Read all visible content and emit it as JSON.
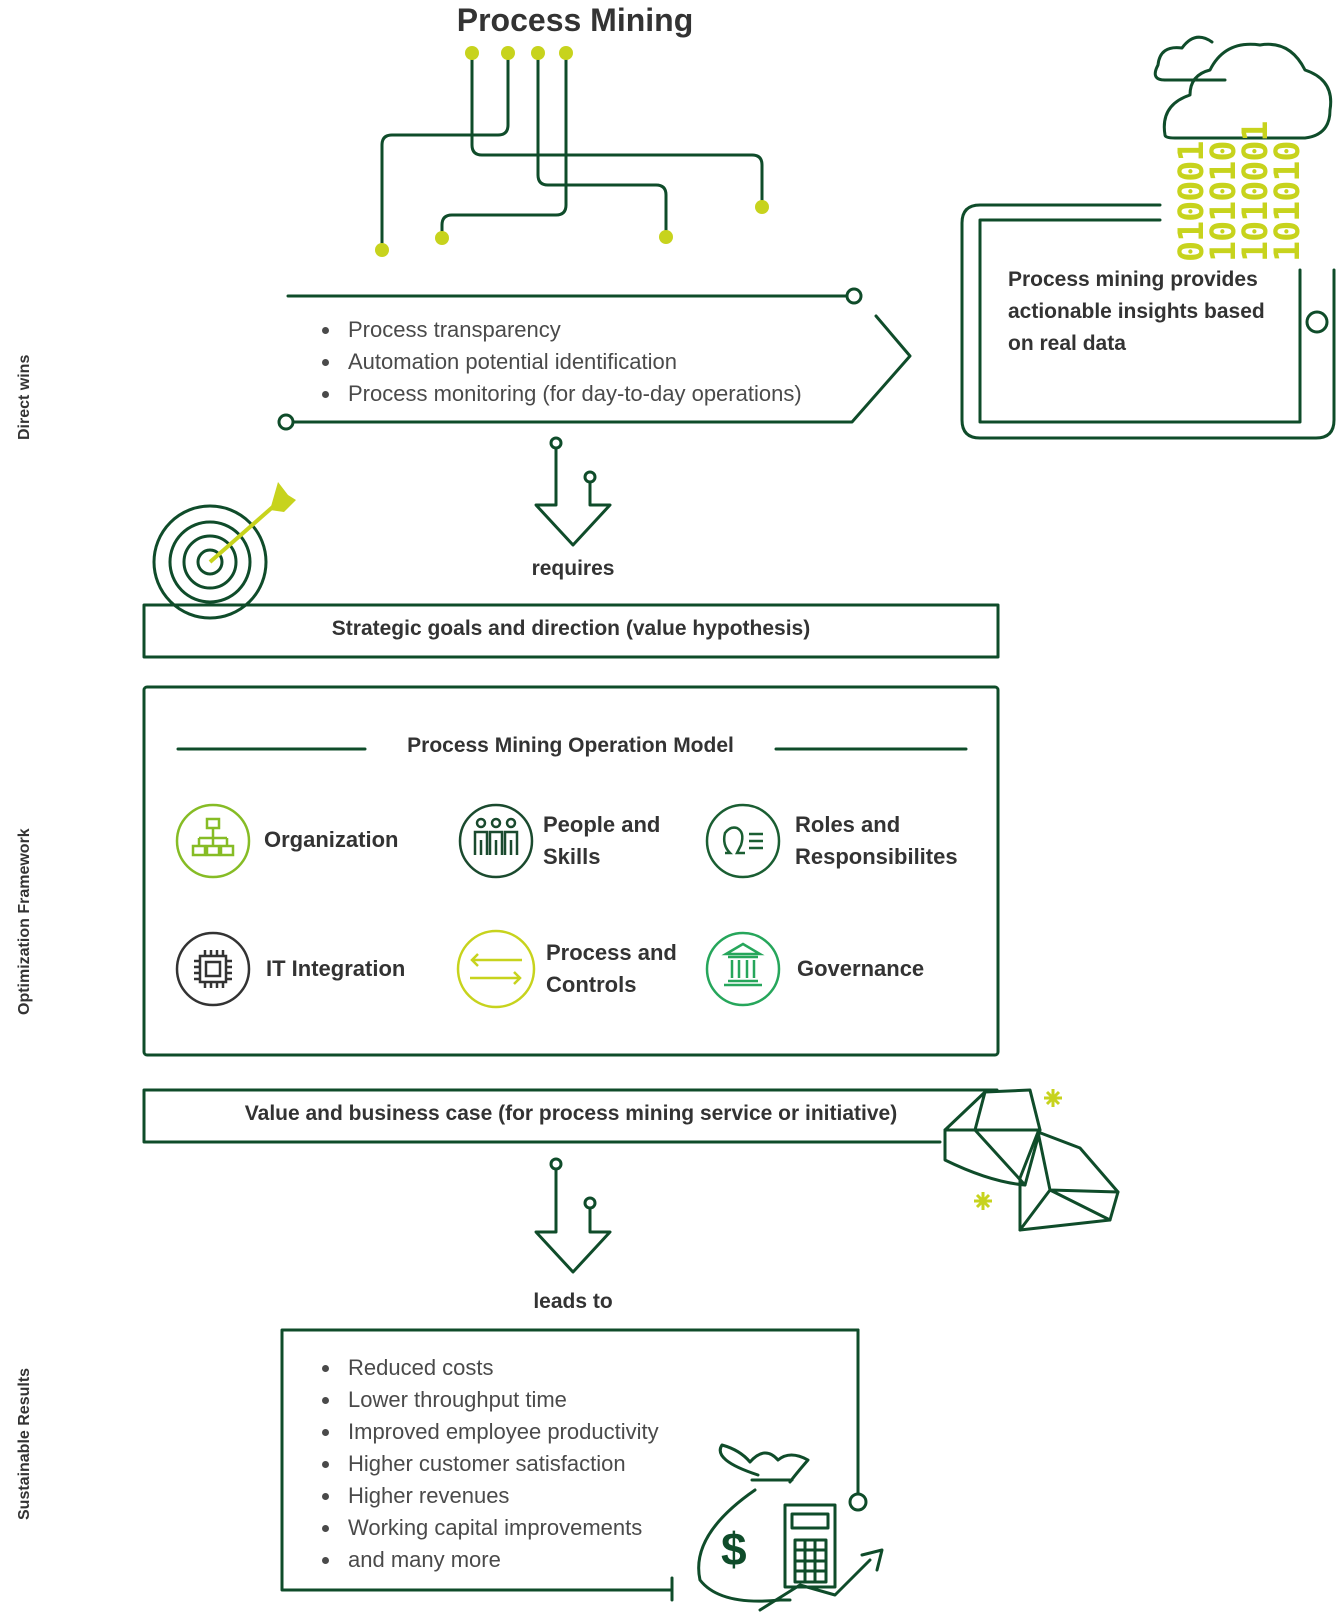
{
  "title": "Process Mining",
  "side_labels": {
    "direct_wins": "Direct wins",
    "optimization_framework": "Optimization Framework",
    "sustainable_results": "Sustainable Results"
  },
  "direct_wins_items": [
    "Process transparency",
    "Automation potential identification",
    "Process monitoring (for day-to-day operations)"
  ],
  "tablet_text": "Process mining provides actionable insights based on real data",
  "binary_lines": [
    "010001",
    "101010",
    "1010001",
    "101010"
  ],
  "requires_label": "requires",
  "strategic_goals": "Strategic goals and direction (value hypothesis)",
  "operation_model": {
    "title": "Process Mining Operation Model",
    "items": [
      {
        "label": "Organization",
        "icon": "org-chart-icon",
        "color": "#86bc25"
      },
      {
        "label": "People and Skills",
        "icon": "people-icon",
        "color": "#1a4a2e"
      },
      {
        "label": "Roles and Responsibilites",
        "icon": "roles-icon",
        "color": "#1a5e32"
      },
      {
        "label": "IT Integration",
        "icon": "chip-icon",
        "color": "#333333"
      },
      {
        "label": "Process and Controls",
        "icon": "arrows-icon",
        "color": "#c7d31d"
      },
      {
        "label": "Governance",
        "icon": "bank-icon",
        "color": "#26a65b"
      }
    ]
  },
  "value_case": "Value and business case (for process mining service or initiative)",
  "leads_to_label": "leads to",
  "results_items": [
    "Reduced costs",
    "Lower throughput time",
    "Improved employee productivity",
    "Higher customer satisfaction",
    "Higher revenues",
    "Working capital improvements",
    "and many more"
  ],
  "colors": {
    "dark_green": "#0f4c2a",
    "lime": "#c7d31d",
    "text": "#333333"
  }
}
